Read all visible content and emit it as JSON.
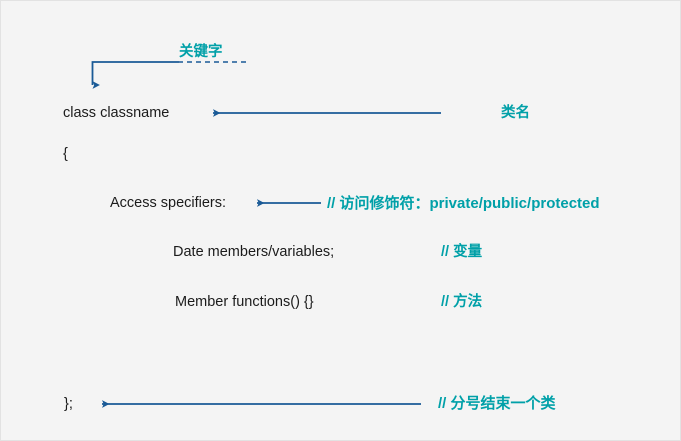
{
  "diagram": {
    "title": "C++ class declaration structure",
    "background_color": "#f4f4f4",
    "border_color": "#e2e2e2",
    "code_color": "#1b1b1b",
    "annotation_color": "#00a0a8",
    "arrow_color": "#1a5a96"
  },
  "code_lines": [
    {
      "id": "class-declaration",
      "text": "class classname"
    },
    {
      "id": "open-brace",
      "text": "{"
    },
    {
      "id": "access-specifiers",
      "text": "Access specifiers:"
    },
    {
      "id": "data-members",
      "text": "Date members/variables;"
    },
    {
      "id": "member-functions",
      "text": "Member functions() {}"
    },
    {
      "id": "close-brace",
      "text": "};"
    }
  ],
  "annotations": [
    {
      "id": "keyword",
      "text": "关键字",
      "points_to": "class-keyword",
      "connector": "dashed-elbow-down-arrow"
    },
    {
      "id": "class-name",
      "text": "类名",
      "points_to": "class-declaration",
      "connector": "left-arrow"
    },
    {
      "id": "access-modifier",
      "text": "// 访问修饰符：private/public/protected",
      "points_to": "access-specifiers",
      "connector": "left-arrow"
    },
    {
      "id": "variable",
      "text": "// 变量",
      "points_to": "data-members",
      "connector": "none"
    },
    {
      "id": "method",
      "text": "// 方法",
      "points_to": "member-functions",
      "connector": "none"
    },
    {
      "id": "semicolon-ends-class",
      "text": "// 分号结束一个类",
      "points_to": "close-brace",
      "connector": "left-arrow"
    }
  ]
}
